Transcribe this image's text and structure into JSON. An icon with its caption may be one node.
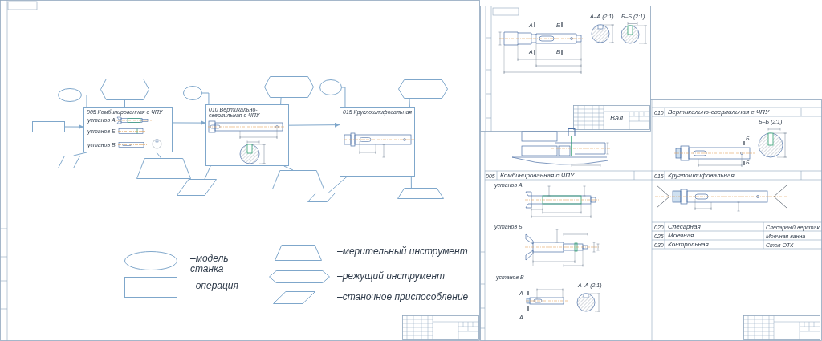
{
  "diagram": {
    "nodes": [
      {
        "text": [],
        "shape": "ellipse"
      },
      {
        "text": [],
        "shape": "hexagon"
      },
      {
        "text": [],
        "shape": "ellipse"
      },
      {
        "text": [],
        "shape": "hexagon"
      },
      {
        "text": [],
        "shape": "ellipse"
      },
      {
        "text": [],
        "shape": "hexagon"
      },
      {
        "text": [],
        "shape": "box"
      },
      {
        "text": [
          "005 Комбинированная с ЧПУ",
          "установ А",
          "установ Б",
          "установ В"
        ]
      },
      {
        "text": [
          "010 Вертикально-сверлильная с ЧПУ"
        ]
      },
      {
        "text": [
          "015 Круглошлифовальная"
        ]
      },
      {
        "text": [],
        "shape": "parallelogram"
      },
      {
        "text": [],
        "shape": "trapezoid"
      },
      {
        "text": [],
        "shape": "parallelogram"
      },
      {
        "text": [],
        "shape": "trapezoid"
      },
      {
        "text": [],
        "shape": "parallelogram"
      },
      {
        "text": [],
        "shape": "trapezoid"
      }
    ],
    "edges": [
      {
        "from": 6,
        "to": 7,
        "arrow": "to"
      },
      {
        "from": 7,
        "to": 8,
        "arrow": "to"
      },
      {
        "from": 8,
        "to": 9,
        "arrow": "to"
      },
      {
        "from": 0,
        "to": 7,
        "arrow": "none"
      },
      {
        "from": 1,
        "to": 7,
        "arrow": "none"
      },
      {
        "from": 2,
        "to": 8,
        "arrow": "none"
      },
      {
        "from": 3,
        "to": 8,
        "arrow": "none"
      },
      {
        "from": 4,
        "to": 9,
        "arrow": "none"
      },
      {
        "from": 5,
        "to": 9,
        "arrow": "none"
      },
      {
        "from": 10,
        "to": 7,
        "arrow": "none"
      },
      {
        "from": 11,
        "to": 7,
        "arrow": "none"
      },
      {
        "from": 12,
        "to": 8,
        "arrow": "none"
      },
      {
        "from": 13,
        "to": 8,
        "arrow": "none"
      },
      {
        "from": 14,
        "to": 9,
        "arrow": "none"
      },
      {
        "from": 15,
        "to": 9,
        "arrow": "none"
      }
    ],
    "labels": [
      "А",
      "А",
      "Б",
      "Б",
      "А–А (2:1)",
      "Б–Б (2:1)",
      "Вал",
      "010",
      "Вертикально-сверлильная с ЧПУ",
      "Б",
      "Б",
      "Б–Б (2:1)",
      "005",
      "Комбинированная с ЧПУ",
      "установ А",
      "установ Б",
      "установ В",
      "А",
      "А",
      "А–А (2:1)",
      "015",
      "Круглошлифовальная",
      "020",
      "Слесарная",
      "Слесарный верстак",
      "025",
      "Моечная",
      "Моечная ванна",
      "030",
      "Контрольная",
      "Стол ОТК"
    ],
    "legend": [
      {
        "text": "–модель станка"
      },
      {
        "text": "–операция"
      },
      {
        "text": "–мерительный инструмент"
      },
      {
        "text": "–режущий инструмент"
      },
      {
        "text": "–станочное приспособление"
      }
    ]
  }
}
